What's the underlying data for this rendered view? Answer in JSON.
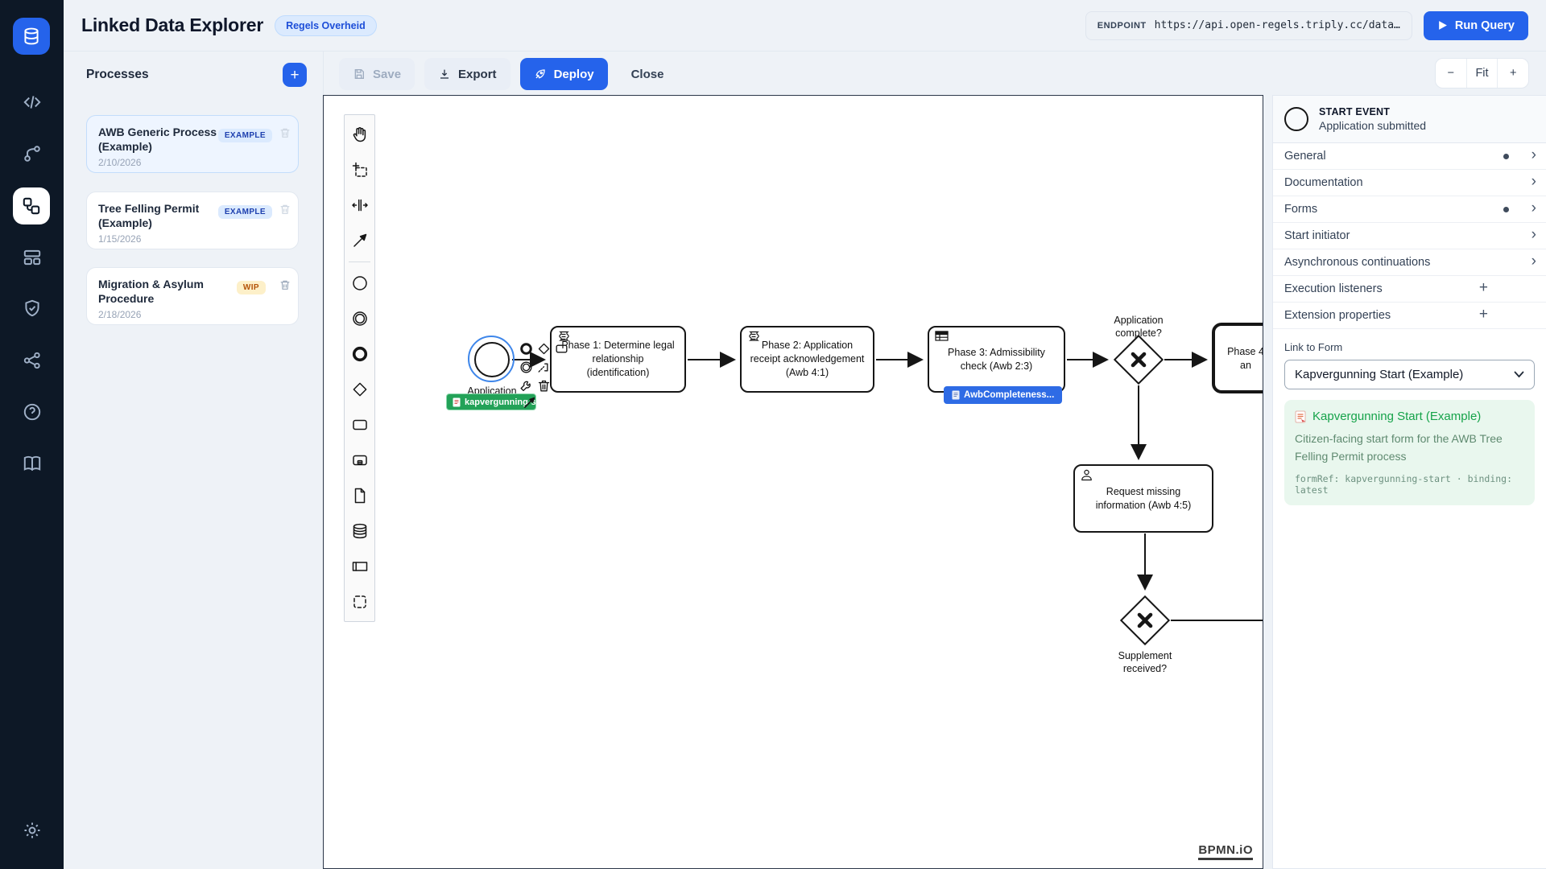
{
  "header": {
    "app_title": "Linked Data Explorer",
    "env_badge": "Regels Overheid",
    "endpoint_label": "ENDPOINT",
    "endpoint_value": "https://api.open-regels.triply.cc/data…",
    "run_query_label": "Run Query"
  },
  "sidebar": {
    "items": [
      "database-logo",
      "code",
      "git-branch",
      "workflow",
      "panels",
      "shield-check",
      "share",
      "help",
      "book",
      "settings"
    ]
  },
  "processes": {
    "title": "Processes",
    "add_label": "+",
    "items": [
      {
        "name": "AWB Generic Process (Example)",
        "date": "2/10/2026",
        "badge": "EXAMPLE",
        "selected": true
      },
      {
        "name": "Tree Felling Permit (Example)",
        "date": "1/15/2026",
        "badge": "EXAMPLE",
        "selected": false
      },
      {
        "name": "Migration & Asylum Procedure",
        "date": "2/18/2026",
        "badge": "WIP",
        "selected": false
      }
    ]
  },
  "toolbar": {
    "save_label": "Save",
    "export_label": "Export",
    "deploy_label": "Deploy",
    "close_label": "Close",
    "zoom_out": "−",
    "fit_label": "Fit",
    "zoom_in": "+"
  },
  "diagram": {
    "start_event": {
      "label": "Application submitted",
      "form_badge": "kapvergunning-start"
    },
    "tasks": {
      "phase1": "Phase 1: Determine legal relationship (identification)",
      "phase2": "Phase 2: Application receipt acknowledgement (Awb 4:1)",
      "phase3": "Phase 3: Admissibility check (Awb 2:3)",
      "phase3_badge": "AwbCompleteness...",
      "phase4_line1": "Phase 4",
      "phase4_line2": "an",
      "request_missing": "Request missing information (Awb 4:5)"
    },
    "gateways": {
      "g1": "Application complete?",
      "g2": "Supplement received?"
    },
    "watermark": "BPMN.iO"
  },
  "properties": {
    "header": {
      "type": "START EVENT",
      "name": "Application submitted"
    },
    "sections": [
      {
        "label": "General",
        "accessory": "dot+chevron"
      },
      {
        "label": "Documentation",
        "accessory": "chevron"
      },
      {
        "label": "Forms",
        "accessory": "dot+chevron"
      },
      {
        "label": "Start initiator",
        "accessory": "chevron"
      },
      {
        "label": "Asynchronous continuations",
        "accessory": "chevron"
      },
      {
        "label": "Execution listeners",
        "accessory": "plus"
      },
      {
        "label": "Extension properties",
        "accessory": "plus"
      }
    ],
    "link_to_form": {
      "label": "Link to Form",
      "value": "Kapvergunning Start (Example)"
    },
    "form_card": {
      "title": "Kapvergunning Start (Example)",
      "description": "Citizen-facing start form for the AWB Tree Felling Permit process",
      "meta": "formRef: kapvergunning-start · binding: latest"
    }
  }
}
